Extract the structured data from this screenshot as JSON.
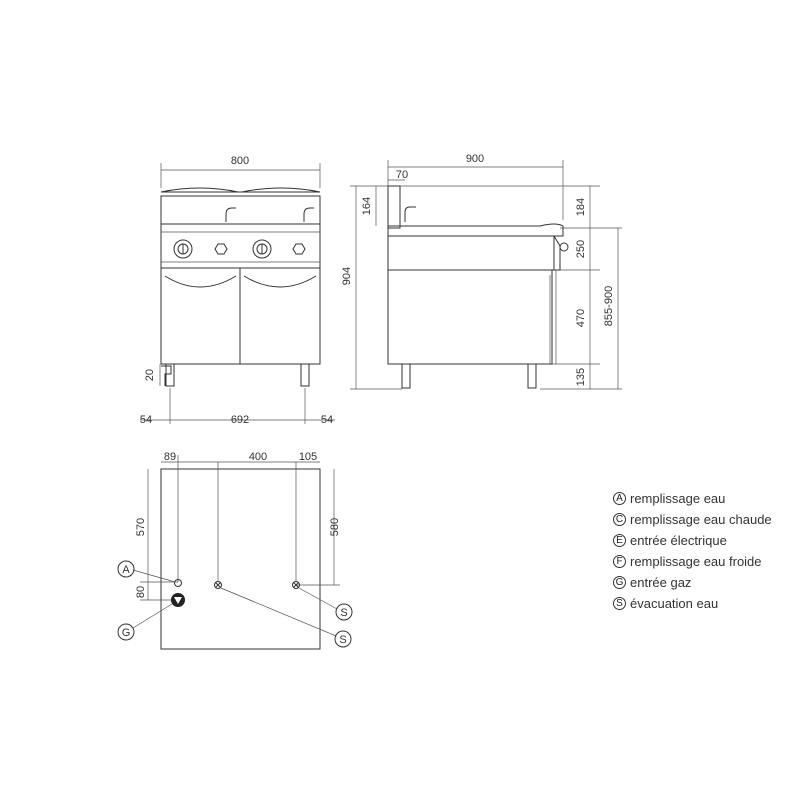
{
  "front_view": {
    "width_label": "800",
    "foot_height_label": "20",
    "left_offset_label": "54",
    "foot_spacing_label": "692",
    "right_offset_label": "54"
  },
  "side_view": {
    "depth_label": "900",
    "top_offset_label": "70",
    "splash_height_label": "164",
    "total_height_label": "904",
    "top_segment_label": "184",
    "control_segment_label": "250",
    "cabinet_segment_label": "470",
    "feet_segment_label": "135",
    "adjustable_height_label": "855-900"
  },
  "plan_view": {
    "left_x_label": "89",
    "middle_x_label": "400",
    "right_x_label": "105",
    "left_y_label": "570",
    "gap_label": "80",
    "right_y_label": "580",
    "callout_a": "A",
    "callout_g": "G",
    "callout_s1": "S",
    "callout_s2": "S"
  },
  "legend": [
    {
      "code": "A",
      "text": "remplissage eau"
    },
    {
      "code": "C",
      "text": "remplissage eau chaude"
    },
    {
      "code": "E",
      "text": "entrée électrique"
    },
    {
      "code": "F",
      "text": "remplissage eau froide"
    },
    {
      "code": "G",
      "text": "entrée gaz"
    },
    {
      "code": "S",
      "text": "évacuation eau"
    }
  ]
}
